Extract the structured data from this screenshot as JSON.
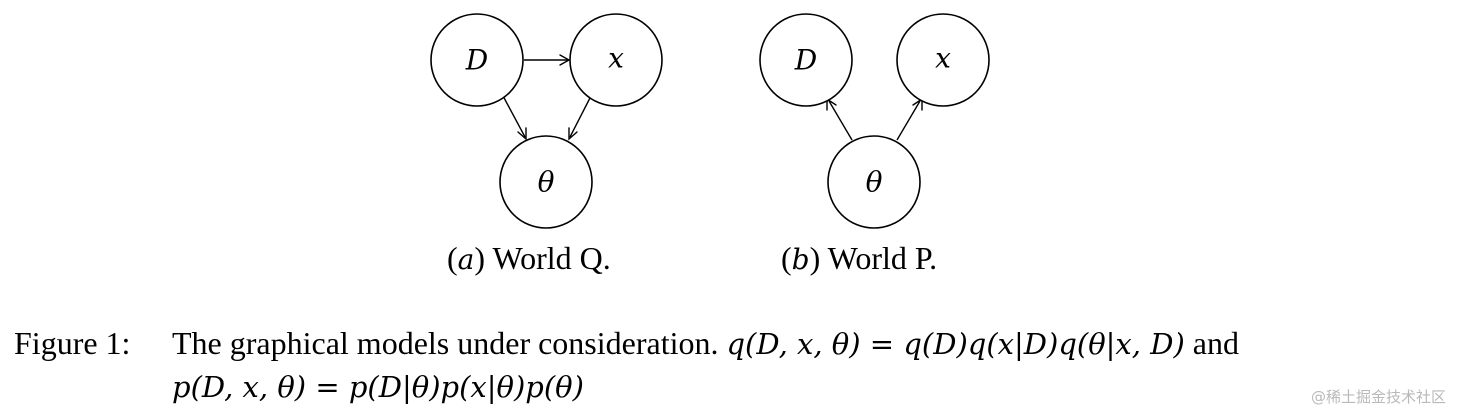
{
  "diagram": {
    "panels": [
      {
        "id": "a",
        "caption_tag": "a",
        "caption_text": "World Q.",
        "nodes": [
          {
            "id": "D",
            "label": "D"
          },
          {
            "id": "x",
            "label": "x"
          },
          {
            "id": "theta",
            "label": "θ"
          }
        ],
        "edges": [
          {
            "from": "D",
            "to": "x"
          },
          {
            "from": "D",
            "to": "theta"
          },
          {
            "from": "x",
            "to": "theta"
          }
        ]
      },
      {
        "id": "b",
        "caption_tag": "b",
        "caption_text": "World P.",
        "nodes": [
          {
            "id": "D",
            "label": "D"
          },
          {
            "id": "x",
            "label": "x"
          },
          {
            "id": "theta",
            "label": "θ"
          }
        ],
        "edges": [
          {
            "from": "theta",
            "to": "D"
          },
          {
            "from": "theta",
            "to": "x"
          }
        ]
      }
    ]
  },
  "caption": {
    "figure_label": "Figure 1:",
    "text": "The graphical models under consideration.",
    "equation_q": "q(D, x, θ) = q(D)q(x|D)q(θ|x, D)",
    "connector": "and",
    "equation_p": "p(D, x, θ) = p(D|θ)p(x|θ)p(θ)"
  },
  "watermark": "@稀土掘金技术社区"
}
